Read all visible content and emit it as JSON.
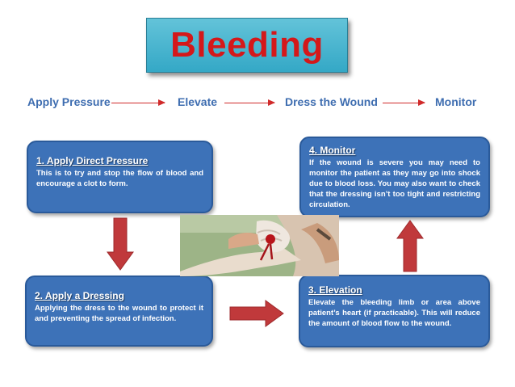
{
  "title": "Bleeding",
  "steps": [
    "Apply Pressure",
    "Elevate",
    "Dress the Wound",
    "Monitor"
  ],
  "cards": {
    "c1": {
      "title": "1. Apply Direct Pressure",
      "body": "This is to try and stop the flow of blood and encourage a clot to form."
    },
    "c2": {
      "title": "2. Apply a Dressing",
      "body": "Applying the dress to the wound to protect it and preventing the spread of infection."
    },
    "c3": {
      "title": "3. Elevation",
      "body": "Elevate the bleeding limb or area above patient’s heart (if practicable).  This will reduce the amount of blood flow to the wound."
    },
    "c4": {
      "title": "4. Monitor",
      "body": "If the wound is severe you may need to monitor the patient as they may go into shock due to blood loss. You may also want to check that the dressing isn’t too tight and restricting circulation."
    }
  },
  "colors": {
    "title_text": "#d4181a",
    "title_box": "#34a8c6",
    "step_text": "#3e6db0",
    "card_fill": "#3d72b8",
    "arrow": "#c0393b"
  }
}
